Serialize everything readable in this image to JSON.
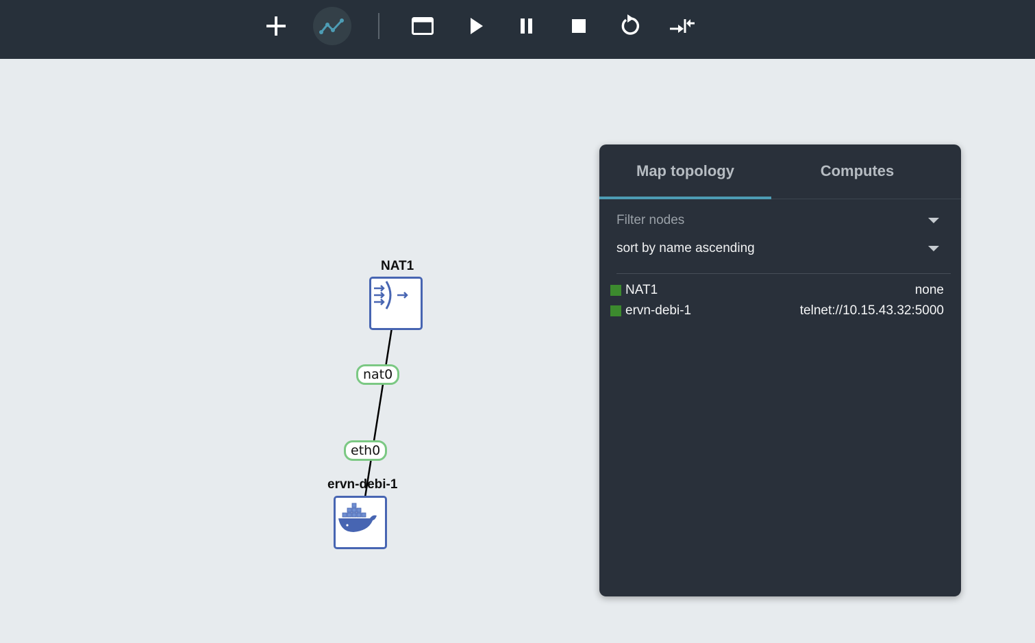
{
  "toolbar": {
    "buttons": [
      {
        "name": "add-button",
        "icon": "plus-icon"
      },
      {
        "name": "topology-button",
        "icon": "chart-line-icon",
        "active": true
      },
      {
        "name": "console-button",
        "icon": "window-icon"
      },
      {
        "name": "start-button",
        "icon": "play-icon"
      },
      {
        "name": "pause-button",
        "icon": "pause-icon"
      },
      {
        "name": "stop-button",
        "icon": "stop-icon"
      },
      {
        "name": "reload-button",
        "icon": "reload-icon"
      },
      {
        "name": "collapse-button",
        "icon": "compress-icon"
      }
    ],
    "icon_color": "#ffffff",
    "active_icon_color": "#4d9cb4"
  },
  "map": {
    "nodes": [
      {
        "label": "NAT1",
        "icon": "nat-icon"
      },
      {
        "label": "ervn-debi-1",
        "icon": "docker-whale-icon"
      }
    ],
    "ports": {
      "nat_port": "nat0",
      "eth_port": "eth0"
    },
    "colors": {
      "node_border": "#4765b2",
      "port_border": "#7bc883",
      "link": "#000000"
    }
  },
  "panel": {
    "tabs": [
      "Map topology",
      "Computes"
    ],
    "active_tab": "Map topology",
    "filter": {
      "placeholder": "Filter nodes"
    },
    "sort": {
      "value": "sort by name ascending"
    },
    "nodes": [
      {
        "name": "NAT1",
        "console": "none",
        "status_color": "#3c8a2e"
      },
      {
        "name": "ervn-debi-1",
        "console": "telnet://10.15.43.32:5000",
        "status_color": "#3c8a2e"
      }
    ],
    "accent": "#4d9cb4"
  }
}
